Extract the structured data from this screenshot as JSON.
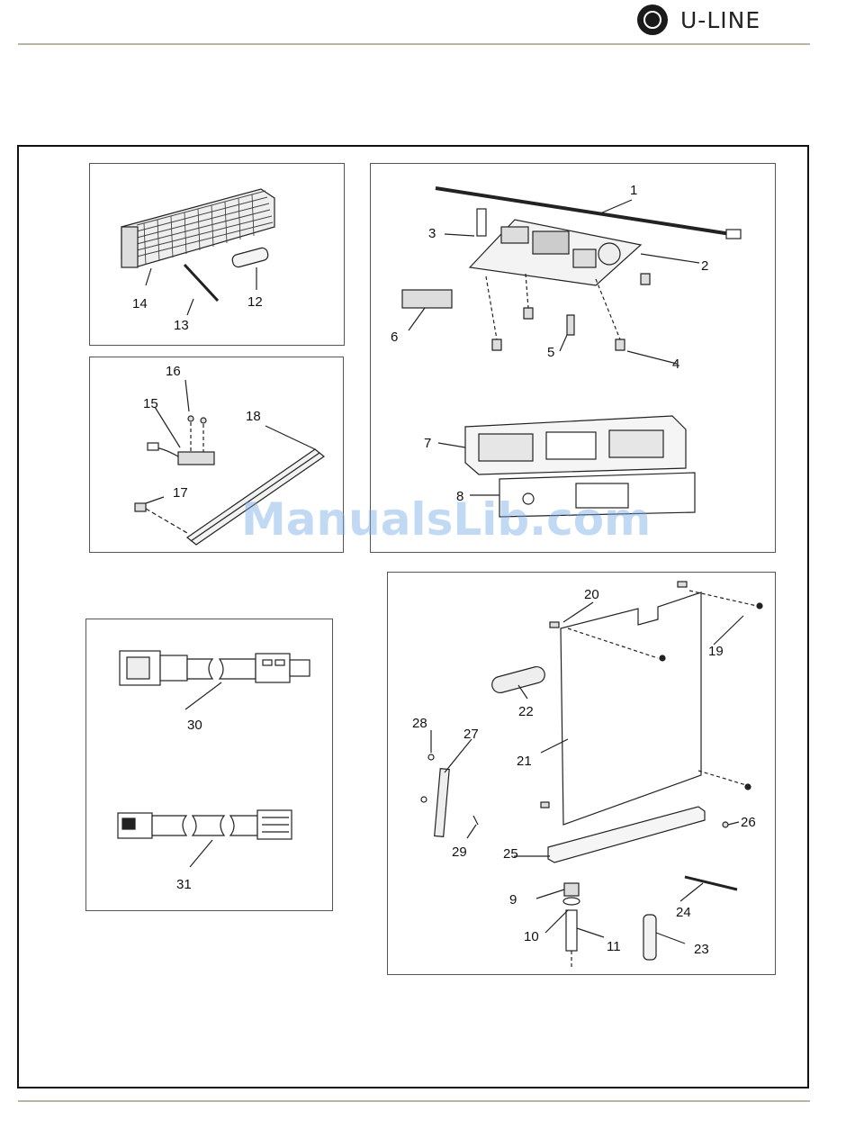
{
  "header": {
    "brand": "U-LINE"
  },
  "watermark": "ManualsLib.com",
  "panels": {
    "evaporator": {
      "callouts": [
        "14",
        "13",
        "12"
      ]
    },
    "control_board": {
      "callouts": [
        "1",
        "2",
        "3",
        "4",
        "5",
        "6",
        "7",
        "8"
      ]
    },
    "heater": {
      "callouts": [
        "15",
        "16",
        "17",
        "18"
      ]
    },
    "harness": {
      "callouts": [
        "30",
        "31"
      ]
    },
    "panel_assembly": {
      "callouts": [
        "19",
        "20",
        "21",
        "22",
        "23",
        "24",
        "25",
        "26",
        "27",
        "28",
        "29",
        "9",
        "10",
        "11"
      ]
    }
  },
  "colors": {
    "rule": "#b9b3a3",
    "frame": "#111111",
    "watermark": "#78aae6"
  }
}
